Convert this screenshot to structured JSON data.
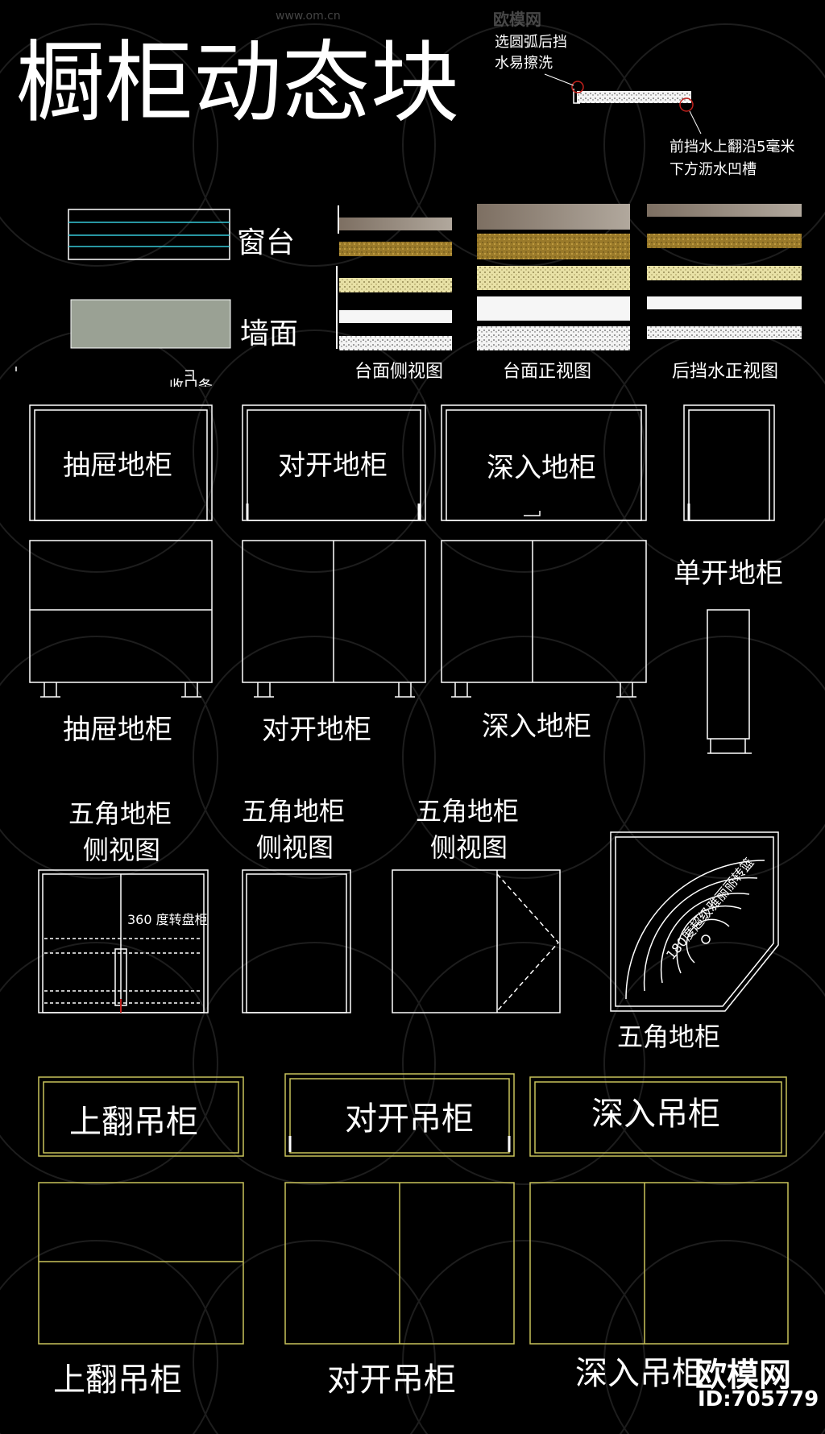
{
  "title": "橱柜动态块",
  "notes": {
    "top_1": "选圆弧后挡",
    "top_2": "水易擦洗",
    "right_1": "前挡水上翻沿5毫米",
    "right_2": "下方沥水凹槽"
  },
  "materials": {
    "window_sill": "窗台",
    "wall": "墙面",
    "side_view": "台面侧视图",
    "front_view": "台面正视图",
    "back_front_view": "后挡水正视图",
    "partial_label": "收口条"
  },
  "base_plan": {
    "drawer": "抽屉地柜",
    "double": "对开地柜",
    "deep": "深入地柜"
  },
  "base_elev": {
    "single": "单开地柜",
    "drawer": "抽屉地柜",
    "double": "对开地柜",
    "deep": "深入地柜"
  },
  "corner": {
    "side_1a": "五角地柜",
    "side_1b": "侧视图",
    "side_2a": "五角地柜",
    "side_2b": "侧视图",
    "side_3a": "五角地柜",
    "side_3b": "侧视图",
    "basket_small": "360 度转盘柜",
    "basket_180": "180度超级雅丽丽转篮",
    "plan": "五角地柜"
  },
  "wall_plan": {
    "flip": "上翻吊柜",
    "double": "对开吊柜",
    "deep": "深入吊柜"
  },
  "wall_elev": {
    "flip": "上翻吊柜",
    "double": "对开吊柜",
    "deep": "深入吊柜"
  },
  "watermarks": {
    "url": "www.om.cn",
    "brand": "欧模网",
    "id": "ID:705779"
  },
  "colors": {
    "line": "#ffffff",
    "cad_yellow": "#c8c25a",
    "cyan": "#36c8d8",
    "wall_fill": "#9aa194",
    "red": "#c0201c"
  }
}
